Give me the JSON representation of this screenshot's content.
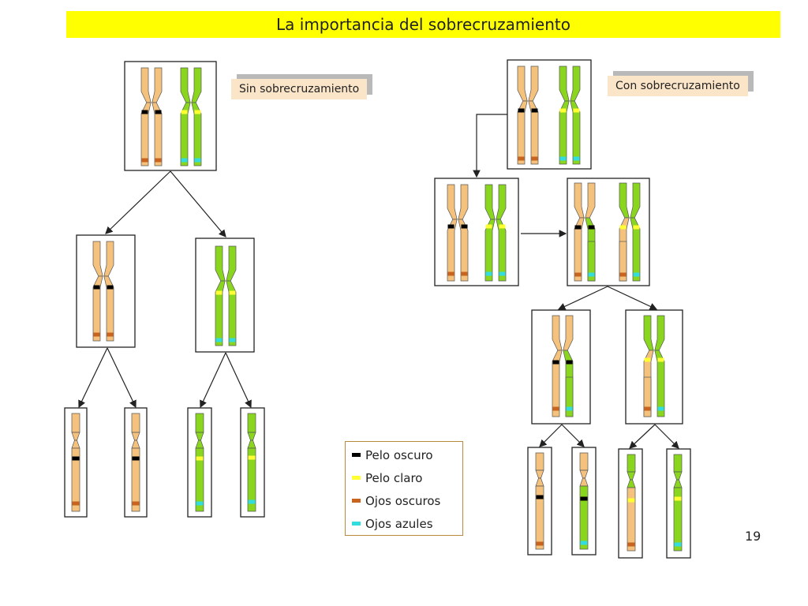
{
  "title": "La importancia del sobrecruzamiento",
  "label_left": "Sin sobrecruzamiento",
  "label_right": "Con sobrecruzamiento",
  "legend": [
    {
      "text": "Pelo oscuro",
      "color": "#000000"
    },
    {
      "text": "Pelo claro",
      "color": "#ffff33"
    },
    {
      "text": "Ojos oscuros",
      "color": "#c8641e"
    },
    {
      "text": "Ojos azules",
      "color": "#33dddd"
    }
  ],
  "page_number": "19",
  "colors": {
    "tan": "#f5c27e",
    "green": "#8ad61e",
    "label_bg": "#fbe5c8",
    "title_bg": "#ffff00"
  }
}
